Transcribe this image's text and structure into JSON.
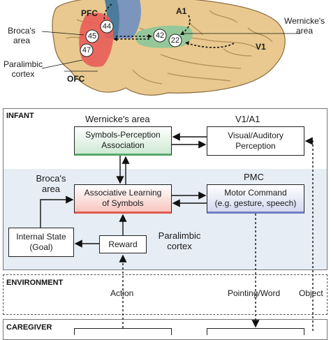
{
  "brain": {
    "regions": [
      "PFC",
      "A1",
      "V1",
      "OFC"
    ],
    "area_numbers": [
      "44",
      "45",
      "47",
      "42",
      "22"
    ],
    "labels": {
      "broca": "Broca's\narea",
      "wernicke": "Wernicke's\narea",
      "paralimbic": "Paralimbic\ncortex"
    },
    "colors": {
      "broca_region": "#e8605a",
      "wernicke_region": "#8fc79a",
      "blue_strip": "#6f8fc2"
    }
  },
  "sections": {
    "infant": "INFANT",
    "environment": "ENVIRONMENT",
    "caregiver": "CAREGIVER"
  },
  "boxes": {
    "symbols_perception": "Symbols-Perception\nAssociation",
    "visual_auditory": "Visual/Auditory\nPerception",
    "associative_learning": "Associative Learning\nof Symbols",
    "motor_command": "Motor Command\n(e.g. gesture, speech)",
    "internal_state": "Internal State\n(Goal)",
    "reward": "Reward"
  },
  "labels": {
    "wernickes_area": "Wernicke's area",
    "v1_a1": "V1/A1",
    "brocas_area": "Broca's\narea",
    "pmc": "PMC",
    "paralimbic_cortex": "Paralimbic\ncortex",
    "action": "Action",
    "pointing_word": "Pointing/Word",
    "object": "Object"
  }
}
